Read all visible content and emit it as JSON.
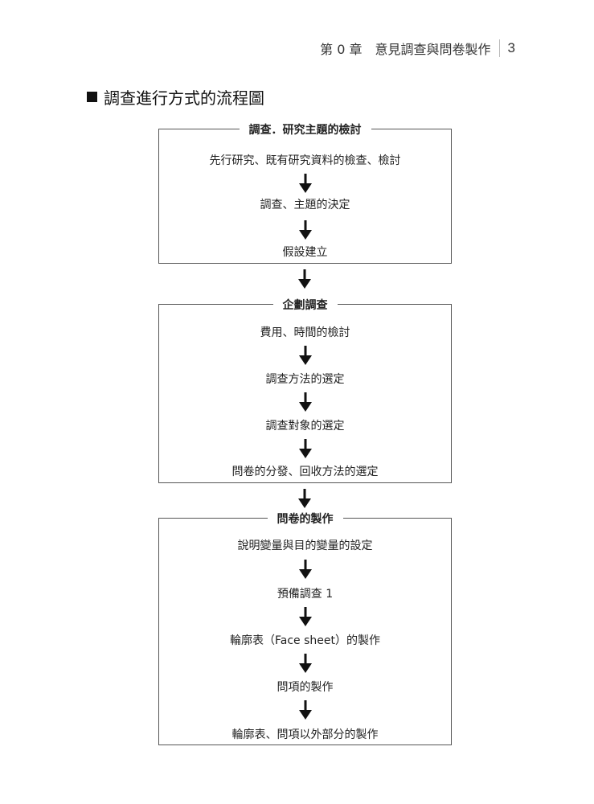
{
  "header": {
    "chapter": "第 0 章　意見調查與問卷製作",
    "page_number": "3"
  },
  "section_title": "調查進行方式的流程圖",
  "flow": [
    {
      "title": "調查．研究主題的檢討",
      "items": [
        "先行研究、既有研究資料的檢查、檢討",
        "調查、主題的決定",
        "假設建立"
      ]
    },
    {
      "title": "企劃調查",
      "items": [
        "費用、時間的檢討",
        "調查方法的選定",
        "調查對象的選定",
        "問卷的分發、回收方法的選定"
      ]
    },
    {
      "title": "問卷的製作",
      "items": [
        "說明變量與目的變量的設定",
        "預備調查 1",
        "輪廓表（Face sheet）的製作",
        "問項的製作",
        "輪廓表、問項以外部分的製作"
      ]
    }
  ]
}
